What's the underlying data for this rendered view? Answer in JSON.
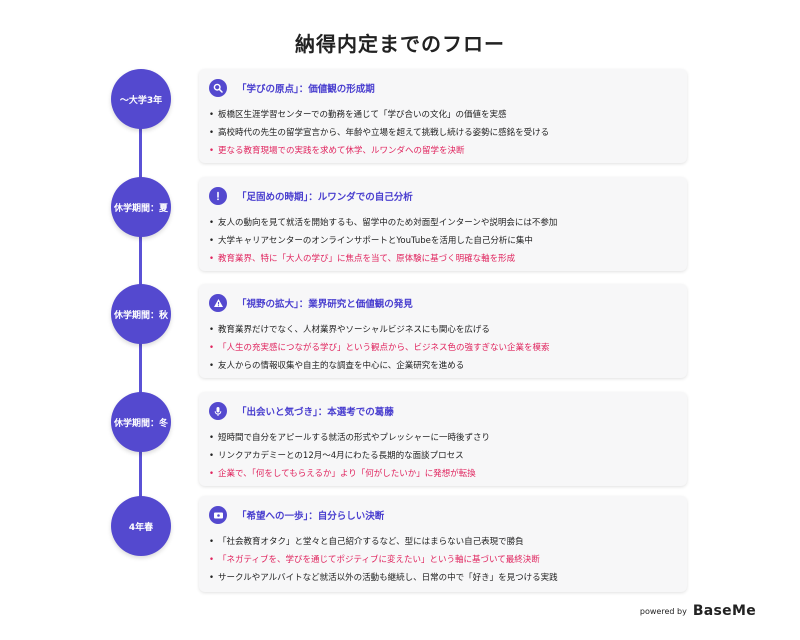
{
  "title": "納得内定までのフロー",
  "bullet": "•",
  "stages": [
    {
      "node": "〜大学3年",
      "icon": "search-icon",
      "heading": "「学びの原点」：価値観の形成期",
      "items": [
        {
          "text": "板橋区生涯学習センターでの勤務を通じて「学び合いの文化」の価値を実感",
          "highlight": false
        },
        {
          "text": "高校時代の先生の留学宣言から、年齢や立場を超えて挑戦し続ける姿勢に感銘を受ける",
          "highlight": false
        },
        {
          "text": "更なる教育現場での実践を求めて休学、ルワンダへの留学を決断",
          "highlight": true
        }
      ]
    },
    {
      "node": "休学期間：夏",
      "icon": "exclamation-icon",
      "heading": "「足固めの時期」：ルワンダでの自己分析",
      "items": [
        {
          "text": "友人の動向を見て就活を開始するも、留学中のため対面型インターンや説明会には不参加",
          "highlight": false
        },
        {
          "text": "大学キャリアセンターのオンラインサポートとYouTubeを活用した自己分析に集中",
          "highlight": false
        },
        {
          "text": "教育業界、特に「大人の学び」に焦点を当て、原体験に基づく明確な軸を形成",
          "highlight": true
        }
      ]
    },
    {
      "node": "休学期間：秋",
      "icon": "warning-icon",
      "heading": "「視野の拡大」：業界研究と価値観の発見",
      "items": [
        {
          "text": "教育業界だけでなく、人材業界やソーシャルビジネスにも関心を広げる",
          "highlight": false
        },
        {
          "text": "「人生の充実感につながる学び」という観点から、ビジネス色の強すぎない企業を模索",
          "highlight": true
        },
        {
          "text": "友人からの情報収集や自主的な調査を中心に、企業研究を進める",
          "highlight": false
        }
      ]
    },
    {
      "node": "休学期間：冬",
      "icon": "microphone-icon",
      "heading": "「出会いと気づき」：本選考での葛藤",
      "items": [
        {
          "text": "短時間で自分をアピールする就活の形式やプレッシャーに一時後ずさり",
          "highlight": false
        },
        {
          "text": "リンクアカデミーとの12月〜4月にわたる長期的な面談プロセス",
          "highlight": false
        },
        {
          "text": "企業で、「何をしてもらえるか」より「何がしたいか」に発想が転換",
          "highlight": true
        }
      ]
    },
    {
      "node": "4年春",
      "icon": "ticket-icon",
      "heading": "「希望への一歩」：自分らしい決断",
      "items": [
        {
          "text": "「社会教育オタク」と堂々と自己紹介するなど、型にはまらない自己表現で勝負",
          "highlight": false
        },
        {
          "text": "「ネガティブを、学びを通じてポジティブに変えたい」という軸に基づいて最終決断",
          "highlight": true
        },
        {
          "text": "サークルやアルバイトなど就活以外の活動も継続し、日常の中で「好き」を見つける実践",
          "highlight": false
        }
      ]
    }
  ],
  "footer": {
    "powered_by": "powered by",
    "brand": "BaseMe"
  }
}
